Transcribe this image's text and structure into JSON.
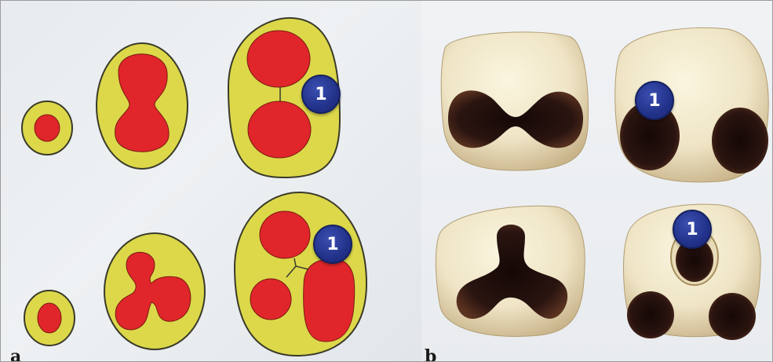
{
  "panels": {
    "a_letter": "a",
    "b_letter": "b"
  },
  "markers": {
    "label": "1"
  },
  "colors": {
    "tissue_fill": "#dcd84a",
    "tissue_outline": "#3a3a2a",
    "lumen_fill": "#e0262b",
    "cavity_dark": "#2a1410",
    "model_cream": "#efe5c6",
    "marker_blue": "#22328a"
  }
}
